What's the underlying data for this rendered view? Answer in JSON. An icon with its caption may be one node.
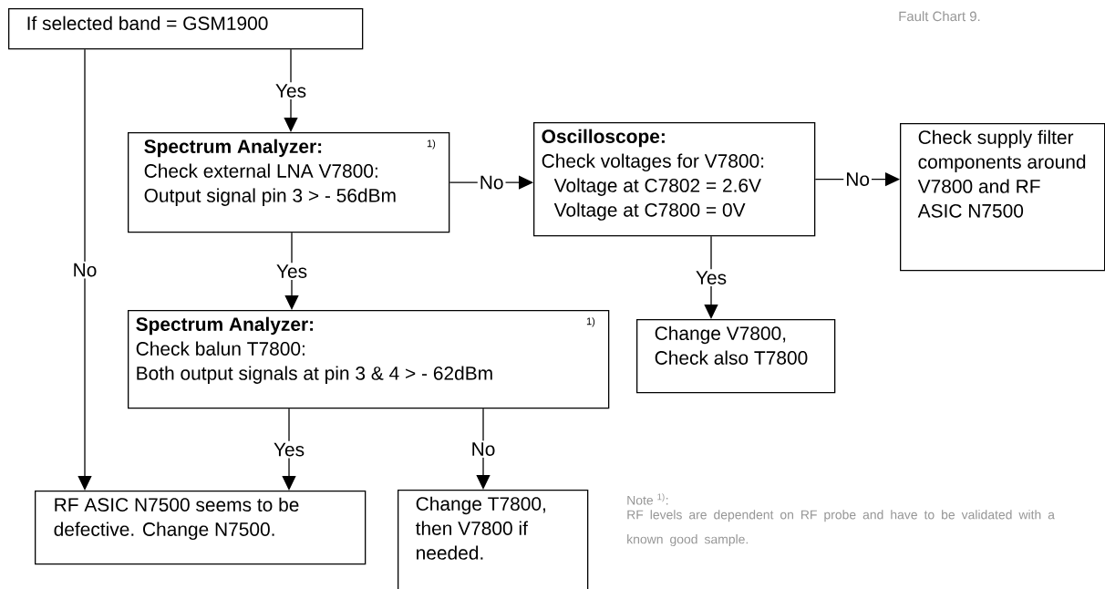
{
  "diagram": {
    "nodes": [
      {
        "text": [
          "If selected band = GSM1900"
        ]
      },
      {
        "text": [
          "Spectrum Analyzer:",
          "Check external LNA V7800:",
          "Output signal pin 3 > - 56dBm",
          "1)"
        ]
      },
      {
        "text": [
          "Oscilloscope:",
          "Check voltages for V7800:",
          "Voltage at C7802 = 2.6V",
          "Voltage at C7800 = 0V"
        ]
      },
      {
        "text": [
          "Check supply filter components around V7800 and RF ASIC N7500"
        ]
      },
      {
        "text": [
          "Spectrum Analyzer:",
          "Check balun T7800:",
          "Both output signals at pin 3 & 4 > - 62dBm",
          "1)"
        ]
      },
      {
        "text": [
          "Change V7800, Check also T7800"
        ]
      },
      {
        "text": [
          "RF ASIC N7500 seems to be defective. Change N7500."
        ]
      },
      {
        "text": [
          "Change T7800, then V7800 if needed."
        ]
      }
    ],
    "edges": [
      {
        "from": 0,
        "to": 6,
        "arrow": "to",
        "label": "No"
      },
      {
        "from": 0,
        "to": 1,
        "arrow": "to",
        "label": "Yes"
      },
      {
        "from": 1,
        "to": 2,
        "arrow": "to",
        "label": "No"
      },
      {
        "from": 2,
        "to": 3,
        "arrow": "to",
        "label": "No"
      },
      {
        "from": 1,
        "to": 4,
        "arrow": "to",
        "label": "Yes"
      },
      {
        "from": 2,
        "to": 5,
        "arrow": "to",
        "label": "Yes"
      },
      {
        "from": 4,
        "to": 6,
        "arrow": "to",
        "label": "Yes"
      },
      {
        "from": 4,
        "to": 7,
        "arrow": "to",
        "label": "No"
      }
    ],
    "labels": [
      "Fault Chart 9.",
      "Note $^{1)}$:",
      "RF levels are dependent on RF probe and have to be validated with a known good sample."
    ]
  }
}
